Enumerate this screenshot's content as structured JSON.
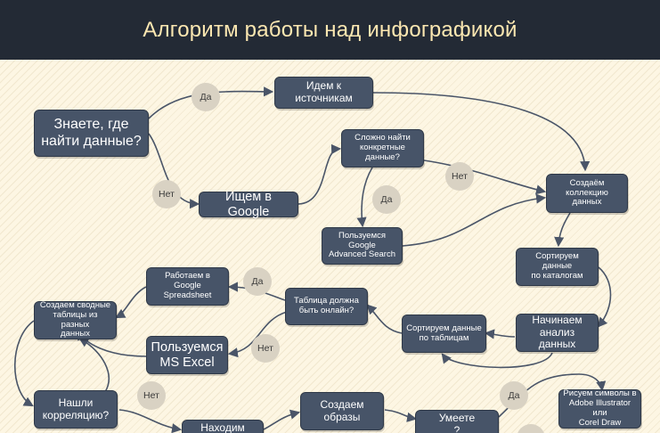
{
  "title": "Алгоритм работы над инфографикой",
  "nodes": {
    "know_source": "Знаете, где\nнайти данные?",
    "go_sources": "Идем к\nисточникам",
    "search_google": "Ищем в Google",
    "hard_find": "Сложно найти\nконкретные\nданные?",
    "advanced_search": "Пользуемся Google\nAdvanced Search",
    "create_collection": "Создаём\nколлекцию данных",
    "sort_catalogs": "Сортируем данные\nпо каталогам",
    "start_analysis": "Начинаем\nанализ данных",
    "sort_tables": "Сортируем данные\nпо таблицам",
    "table_online": "Таблица должна\nбыть онлайн?",
    "google_spreadsheet": "Работаем в Google\nSpreadsheet",
    "ms_excel": "Пользуемся\nMS Excel",
    "pivot_tables": "Создаем сводные\nтаблицы из разных\nданных",
    "found_correlation": "Нашли\nкорреляцию?",
    "finding": "Находим",
    "create_images": "Создаем\nобразы",
    "can_draw": "Умеете\n?",
    "draw_symbols": "Рисуем символы в\nAdobe Illustrator или\nCorel Draw"
  },
  "labels": {
    "yes": "Да",
    "no": "Нет"
  },
  "colors": {
    "header_bg": "#232a35",
    "header_text": "#fbe7b1",
    "node_bg": "#475468",
    "edge": "#4a5568",
    "label_bg": "#d9d2c3"
  }
}
